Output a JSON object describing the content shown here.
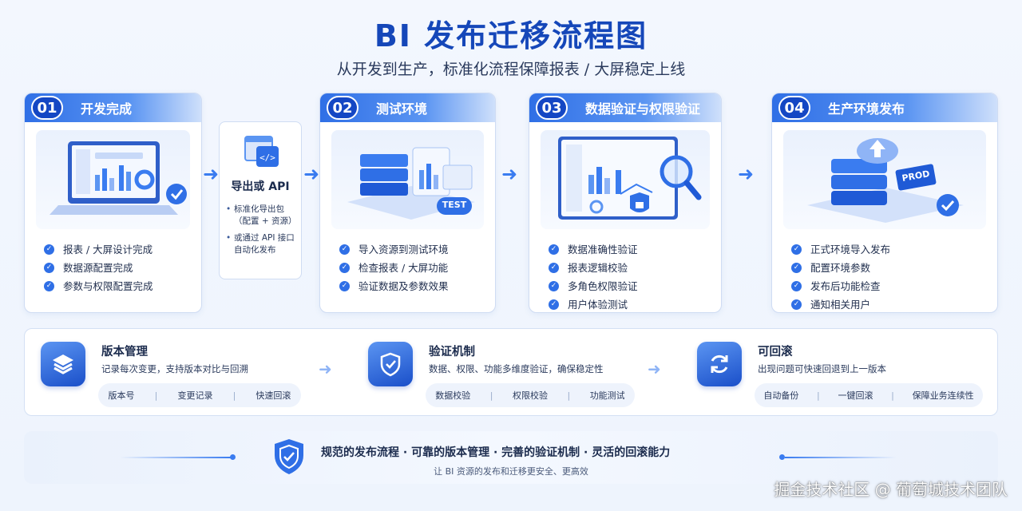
{
  "title": "BI 发布迁移流程图",
  "subtitle": "从开发到生产，标准化流程保障报表 / 大屏稳定上线",
  "steps": [
    {
      "num": "01",
      "title": "开发完成",
      "items": [
        "报表 / 大屏设计完成",
        "数据源配置完成",
        "参数与权限配置完成"
      ]
    },
    {
      "num": "02",
      "title": "测试环境",
      "badge": "TEST",
      "items": [
        "导入资源到测试环境",
        "检查报表 / 大屏功能",
        "验证数据及参数效果"
      ]
    },
    {
      "num": "03",
      "title": "数据验证与权限验证",
      "items": [
        "数据准确性验证",
        "报表逻辑校验",
        "多角色权限验证",
        "用户体验测试"
      ]
    },
    {
      "num": "04",
      "title": "生产环境发布",
      "badge": "PROD",
      "items": [
        "正式环境导入发布",
        "配置环境参数",
        "发布后功能检查",
        "通知相关用户"
      ]
    }
  ],
  "export": {
    "title": "导出或 API",
    "items": [
      "标准化导出包（配置 + 资源）",
      "或通过 API 接口自动化发布"
    ]
  },
  "mechanisms": [
    {
      "title": "版本管理",
      "desc": "记录每次变更，支持版本对比与回溯",
      "tags": [
        "版本号",
        "变更记录",
        "快速回滚"
      ],
      "icon": "layers-icon"
    },
    {
      "title": "验证机制",
      "desc": "数据、权限、功能多维度验证，确保稳定性",
      "tags": [
        "数据校验",
        "权限校验",
        "功能测试"
      ],
      "icon": "shield-check-icon"
    },
    {
      "title": "可回滚",
      "desc": "出现问题可快速回退到上一版本",
      "tags": [
        "自动备份",
        "一键回滚",
        "保障业务连续性"
      ],
      "icon": "refresh-icon"
    }
  ],
  "banner": {
    "main": "规范的发布流程 · 可靠的版本管理 · 完善的验证机制 · 灵活的回滚能力",
    "sub": "让 BI 资源的发布和迁移更安全、更高效"
  },
  "watermark": "掘金技术社区 @ 葡萄城技术团队",
  "colors": {
    "primary": "#1547b9",
    "accent": "#2f6fe6",
    "light": "#eaf1fd"
  }
}
